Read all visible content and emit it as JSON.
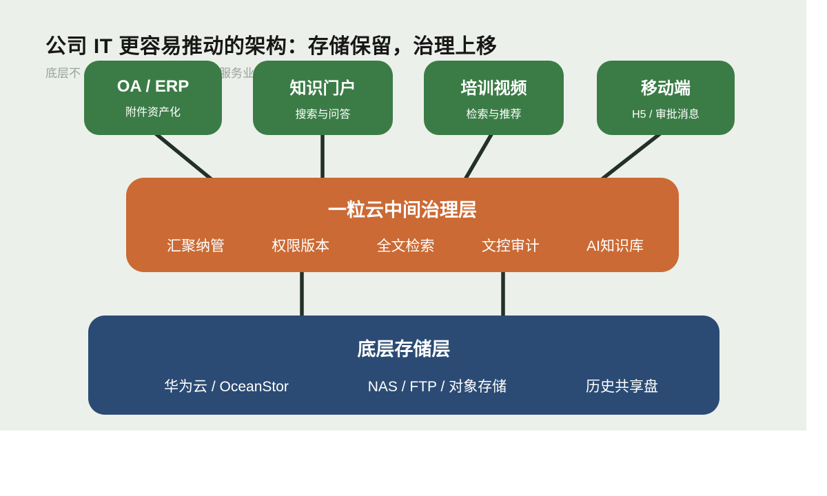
{
  "title": "公司 IT 更容易推动的架构：存储保留，治理上移",
  "subtitle_fragments": {
    "left": "底层不",
    "right": "服务业"
  },
  "apps": [
    {
      "title": "OA / ERP",
      "subtitle": "附件资产化"
    },
    {
      "title": "知识门户",
      "subtitle": "搜索与问答"
    },
    {
      "title": "培训视频",
      "subtitle": "检索与推荐"
    },
    {
      "title": "移动端",
      "subtitle": "H5 / 审批消息"
    }
  ],
  "middle_layer": {
    "title": "一粒云中间治理层",
    "items": [
      "汇聚纳管",
      "权限版本",
      "全文检索",
      "文控审计",
      "AI知识库"
    ]
  },
  "storage_layer": {
    "title": "底层存储层",
    "items": [
      "华为云 / OceanStor",
      "NAS / FTP / 对象存储",
      "历史共享盘"
    ]
  },
  "colors": {
    "canvas": "#ecf0ea",
    "app_green": "#3b7c46",
    "middle_orange": "#cb6a34",
    "storage_blue": "#2b4b74",
    "connector": "#23302a",
    "title_text": "#171717",
    "subtitle_text": "#9aa19c"
  }
}
